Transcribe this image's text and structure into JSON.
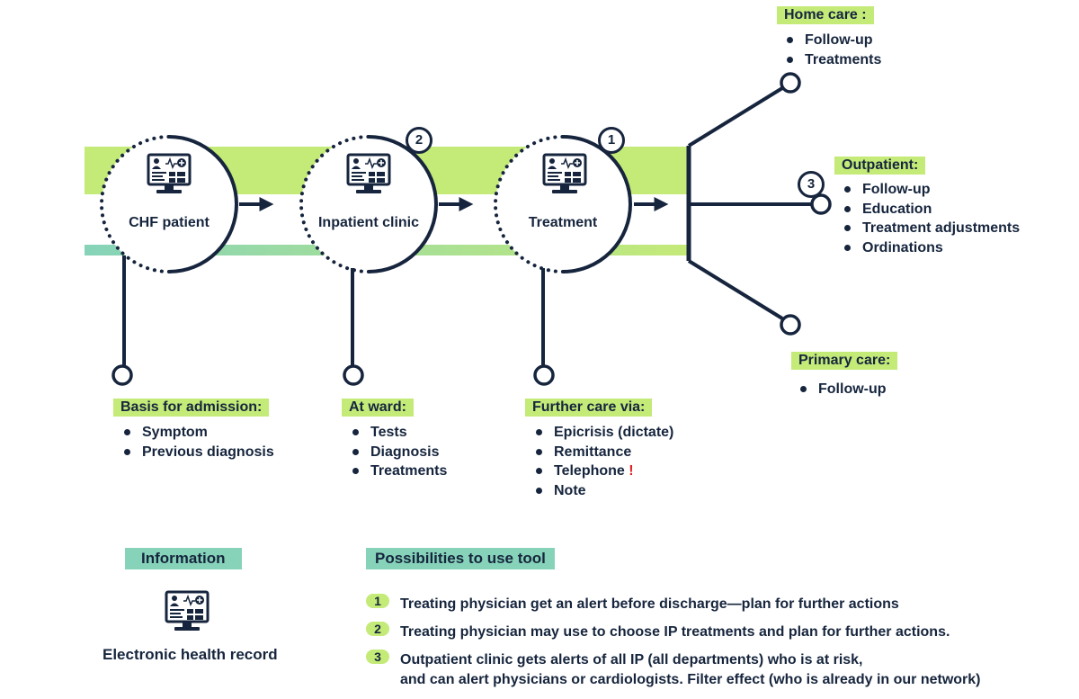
{
  "stages": [
    {
      "label": "CHF patient"
    },
    {
      "label": "Inpatient clinic",
      "badge": "2"
    },
    {
      "label": "Treatment",
      "badge": "1"
    }
  ],
  "basis": {
    "title": "Basis for admission:",
    "items": [
      "Symptom",
      "Previous diagnosis"
    ]
  },
  "ward": {
    "title": "At ward:",
    "items": [
      "Tests",
      "Diagnosis",
      "Treatments"
    ]
  },
  "further": {
    "title": "Further care via:",
    "items": [
      "Epicrisis (dictate)",
      "Remittance",
      "Telephone",
      "Note"
    ],
    "telephone_mark": "!"
  },
  "home_care": {
    "title": "Home care :",
    "items": [
      "Follow-up",
      "Treatments"
    ]
  },
  "outpatient": {
    "title": "Outpatient:",
    "badge": "3",
    "items": [
      "Follow-up",
      "Education",
      "Treatment adjustments",
      "Ordinations"
    ]
  },
  "primary_care": {
    "title": "Primary care:",
    "items": [
      "Follow-up"
    ]
  },
  "information": {
    "title": "Information",
    "ehr_label": "Electronic health record"
  },
  "possibilities": {
    "title": "Possibilities to use tool",
    "rows": [
      {
        "num": "1",
        "text": "Treating physician get an alert before discharge—plan for further actions"
      },
      {
        "num": "2",
        "text": "Treating physician may use to choose IP treatments and plan for further actions."
      },
      {
        "num": "3",
        "text": "Outpatient clinic gets alerts of all IP (all departments) who is at risk,",
        "text2": "and can alert physicians or cardiologists. Filter effect (who is already in our network)"
      }
    ]
  },
  "colors": {
    "navy": "#16253d",
    "green": "#c4ea78",
    "teal": "#86d3b9",
    "alert": "#e02020"
  }
}
